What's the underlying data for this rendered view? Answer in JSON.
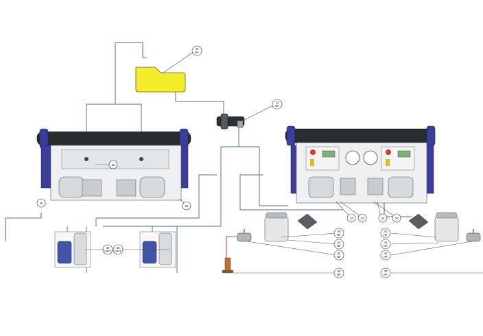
{
  "callouts": {
    "c41_top": {
      "num": "41",
      "sub": "NF"
    },
    "c43_top": {
      "num": "43",
      "sub": "NF"
    },
    "c26": {
      "num": "26",
      "sub": ""
    },
    "c25_left": {
      "num": "25",
      "sub": ""
    },
    "c25_right": {
      "num": "25",
      "sub": ""
    },
    "c39_a": {
      "num": "39",
      "sub": "OPT"
    },
    "c39_b": {
      "num": "39",
      "sub": "OPT"
    },
    "c22_a": {
      "num": "22",
      "sub": ""
    },
    "c23_a": {
      "num": "23",
      "sub": ""
    },
    "c22_b": {
      "num": "22",
      "sub": ""
    },
    "c23_b": {
      "num": "23",
      "sub": ""
    },
    "c40_l": {
      "num": "40",
      "sub": "NF"
    },
    "c41_l": {
      "num": "41",
      "sub": "NF"
    },
    "c42_l": {
      "num": "42",
      "sub": "NF"
    },
    "c43_l": {
      "num": "43",
      "sub": "NF"
    },
    "c40_r": {
      "num": "40",
      "sub": "NF"
    },
    "c41_r": {
      "num": "41",
      "sub": "NF"
    },
    "c42_r": {
      "num": "42",
      "sub": "NF"
    },
    "c43_r": {
      "num": "43",
      "sub": "NF"
    }
  },
  "colors": {
    "tank": "#f2ec2a",
    "pipe": "#6f8f9a",
    "pipe_red": "#b05050",
    "frame_blue": "#3b3f9a",
    "membrane": "#2a2d30",
    "nozzle": "#b87333"
  }
}
